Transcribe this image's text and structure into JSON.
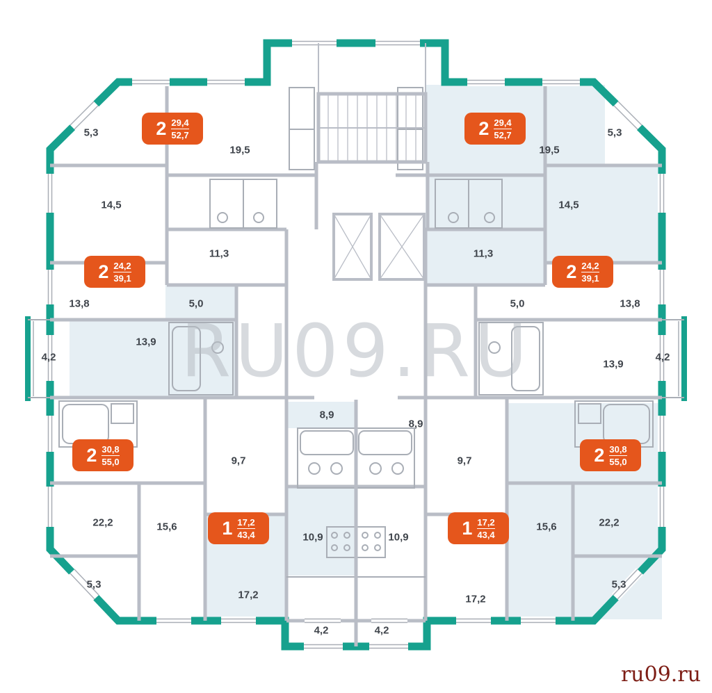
{
  "page": {
    "watermark": "RU09.RU",
    "footer": "ru09.ru"
  },
  "colors": {
    "exterior_wall": "#16a18e",
    "interior_wall": "#b9bdc6",
    "fixture_line": "#a9aeb6",
    "badge": "#e5561c",
    "room_shade": "#e6eff4",
    "label_text": "#3f444b",
    "watermark": "#b7bdc4",
    "footer_text": "#7d1d15"
  },
  "apartments": [
    {
      "id": "top-left",
      "rooms": "2",
      "area_living": "29,4",
      "area_total": "52,7"
    },
    {
      "id": "top-right",
      "rooms": "2",
      "area_living": "29,4",
      "area_total": "52,7"
    },
    {
      "id": "middle-left",
      "rooms": "2",
      "area_living": "24,2",
      "area_total": "39,1"
    },
    {
      "id": "middle-right",
      "rooms": "2",
      "area_living": "24,2",
      "area_total": "39,1"
    },
    {
      "id": "bottom-left",
      "rooms": "2",
      "area_living": "30,8",
      "area_total": "55,0"
    },
    {
      "id": "bottom-right",
      "rooms": "2",
      "area_living": "30,8",
      "area_total": "55,0"
    },
    {
      "id": "bottom-center-left",
      "rooms": "1",
      "area_living": "17,2",
      "area_total": "43,4"
    },
    {
      "id": "bottom-center-right",
      "rooms": "1",
      "area_living": "17,2",
      "area_total": "43,4"
    }
  ],
  "room_labels": [
    {
      "text": "5,3"
    },
    {
      "text": "19,5"
    },
    {
      "text": "14,5"
    },
    {
      "text": "11,3"
    },
    {
      "text": "13,8"
    },
    {
      "text": "5,0"
    },
    {
      "text": "13,9"
    },
    {
      "text": "4,2"
    },
    {
      "text": "22,2"
    },
    {
      "text": "15,6"
    },
    {
      "text": "9,7"
    },
    {
      "text": "5,3"
    },
    {
      "text": "8,9"
    },
    {
      "text": "10,9"
    },
    {
      "text": "17,2"
    },
    {
      "text": "4,2"
    },
    {
      "text": "5,3"
    },
    {
      "text": "19,5"
    },
    {
      "text": "14,5"
    },
    {
      "text": "11,3"
    },
    {
      "text": "13,8"
    },
    {
      "text": "5,0"
    },
    {
      "text": "13,9"
    },
    {
      "text": "4,2"
    },
    {
      "text": "22,2"
    },
    {
      "text": "15,6"
    },
    {
      "text": "9,7"
    },
    {
      "text": "5,3"
    },
    {
      "text": "8,9"
    },
    {
      "text": "10,9"
    },
    {
      "text": "17,2"
    },
    {
      "text": "4,2"
    }
  ]
}
